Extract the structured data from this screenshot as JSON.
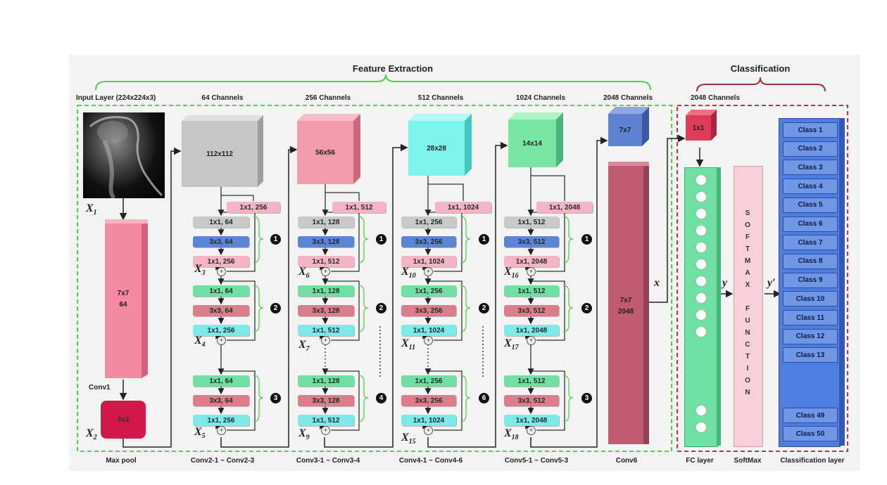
{
  "sections": {
    "feature_extraction": "Feature Extraction",
    "classification": "Classification"
  },
  "top_labels": {
    "input": "Input Layer (224x224x3)",
    "ch64": "64 Channels",
    "ch256": "256 Channels",
    "ch512": "512 Channels",
    "ch1024": "1024 Channels",
    "ch2048a": "2048 Channels",
    "ch2048b": "2048 Channels"
  },
  "bottom_labels": {
    "maxpool": "Max pool",
    "conv2": "Conv2-1 ~ Conv2-3",
    "conv3": "Conv3-1 ~ Conv3-4",
    "conv4": "Conv4-1 ~ Conv4-6",
    "conv5": "Conv5-1 ~ Conv5-3",
    "conv6": "Conv6",
    "fc": "FC layer",
    "softmax": "SoftMax",
    "classif": "Classification layer"
  },
  "conv1": {
    "label": "Conv1",
    "size": "7x7",
    "depth": "64",
    "pool": "3x3"
  },
  "cubes": {
    "c2": "112x112",
    "c3": "56x56",
    "c4": "28x28",
    "c5": "14x14",
    "c6": "7x7",
    "fc": "1x1"
  },
  "shortcuts": {
    "s2": "1x1, 256",
    "s3": "1x1, 512",
    "s4": "1x1, 1024",
    "s5": "1x1, 2048"
  },
  "stage2": [
    [
      "1x1, 64",
      "3x3, 64",
      "1x1, 256"
    ],
    [
      "1x1, 64",
      "3x3, 64",
      "1x1, 256"
    ],
    [
      "1x1, 64",
      "3x3, 64",
      "1x1, 256"
    ]
  ],
  "stage3": [
    [
      "1x1, 128",
      "3x3, 128",
      "1x1, 512"
    ],
    [
      "1x1, 128",
      "3x3, 128",
      "1x1, 512"
    ],
    [
      "1x1, 128",
      "3x3, 128",
      "1x1, 512"
    ]
  ],
  "stage4": [
    [
      "1x1, 256",
      "3x3, 256",
      "1x1, 1024"
    ],
    [
      "1x1, 256",
      "3x3, 256",
      "1x1, 1024"
    ],
    [
      "1x1, 256",
      "3x3, 256",
      "1x1, 1024"
    ]
  ],
  "stage5": [
    [
      "1x1, 512",
      "3x3, 512",
      "1x1, 2048"
    ],
    [
      "1x1, 512",
      "3x3, 512",
      "1x1, 2048"
    ],
    [
      "1x1, 512",
      "3x3, 512",
      "1x1, 2048"
    ]
  ],
  "block_numbers": {
    "s2": [
      "1",
      "2",
      "3"
    ],
    "s3": [
      "1",
      "2",
      "4"
    ],
    "s4": [
      "1",
      "2",
      "6"
    ],
    "s5": [
      "1",
      "2",
      "3"
    ]
  },
  "x_labels": {
    "x1": [
      "X",
      "1"
    ],
    "x2": [
      "X",
      "2"
    ],
    "x3": [
      "X",
      "3"
    ],
    "x4": [
      "X",
      "4"
    ],
    "x5": [
      "X",
      "5"
    ],
    "x6": [
      "X",
      "6"
    ],
    "x7": [
      "X",
      "7"
    ],
    "x9": [
      "X",
      "9"
    ],
    "x10": [
      "X",
      "10"
    ],
    "x11": [
      "X",
      "11"
    ],
    "x15": [
      "X",
      "15"
    ],
    "x16": [
      "X",
      "16"
    ],
    "x17": [
      "X",
      "17"
    ],
    "x18": [
      "X",
      "18"
    ]
  },
  "conv6": {
    "size": "7x7",
    "depth": "2048"
  },
  "flow": {
    "x": "x",
    "y": "y",
    "y_prime": "y′"
  },
  "softmax_letters": [
    "S",
    "O",
    "F",
    "T",
    "M",
    "A",
    "X",
    "",
    "F",
    "U",
    "N",
    "C",
    "T",
    "I",
    "O",
    "N"
  ],
  "classes_top": [
    "Class 1",
    "Class 2",
    "Class 3",
    "Class 4",
    "Class 5",
    "Class 6",
    "Class 7",
    "Class 8",
    "Class 9",
    "Class 10",
    "Class 11",
    "Class 12",
    "Class 13"
  ],
  "classes_bottom": [
    "Class 49",
    "Class 50"
  ],
  "colors": {
    "green_dash": "#52d14a",
    "red_dash": "#b33a4a",
    "brace_green": "#52d14a",
    "brace_red": "#a0303c"
  }
}
